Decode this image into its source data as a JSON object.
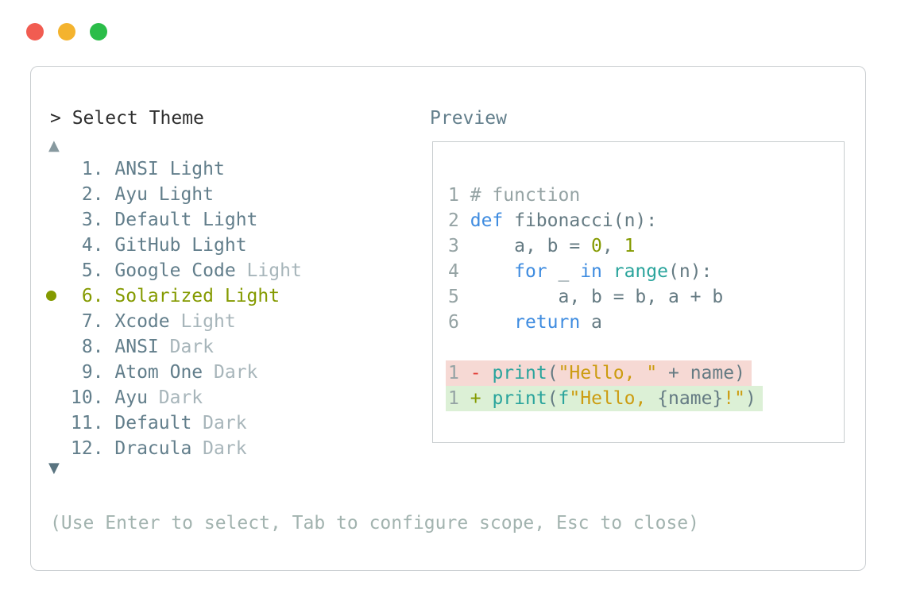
{
  "window": {
    "traffic_lights": [
      {
        "name": "close-button",
        "color": "#f15c51"
      },
      {
        "name": "minimize-button",
        "color": "#f4b32e"
      },
      {
        "name": "maximize-button",
        "color": "#2bbd49"
      }
    ]
  },
  "panel": {
    "prompt": "> Select Theme",
    "preview_label": "Preview",
    "up_arrow": "▲",
    "down_arrow": "▼",
    "hint": "(Use Enter to select, Tab to configure scope, Esc to close)"
  },
  "theme_list": {
    "selected_number": 6,
    "items": [
      {
        "num": "1.",
        "text": "ANSI Light",
        "dim": "",
        "selected": false
      },
      {
        "num": "2.",
        "text": "Ayu Light",
        "dim": "",
        "selected": false
      },
      {
        "num": "3.",
        "text": "Default Light",
        "dim": "",
        "selected": false
      },
      {
        "num": "4.",
        "text": "GitHub Light",
        "dim": "",
        "selected": false
      },
      {
        "num": "5.",
        "text": "Google Code",
        "dim": "Light",
        "selected": false
      },
      {
        "num": "6.",
        "text": "Solarized Light",
        "dim": "",
        "selected": true
      },
      {
        "num": "7.",
        "text": "Xcode",
        "dim": "Light",
        "selected": false
      },
      {
        "num": "8.",
        "text": "ANSI",
        "dim": "Dark",
        "selected": false
      },
      {
        "num": "9.",
        "text": "Atom One",
        "dim": "Dark",
        "selected": false
      },
      {
        "num": "10.",
        "text": "Ayu",
        "dim": "Dark",
        "selected": false
      },
      {
        "num": "11.",
        "text": "Default",
        "dim": "Dark",
        "selected": false
      },
      {
        "num": "12.",
        "text": "Dracula",
        "dim": "Dark",
        "selected": false
      }
    ]
  },
  "preview": {
    "code_lines": [
      {
        "ln": "1",
        "diff": null,
        "tokens": [
          [
            "com",
            "# function"
          ]
        ]
      },
      {
        "ln": "2",
        "diff": null,
        "tokens": [
          [
            "kw",
            "def"
          ],
          [
            "plain",
            " fibonacci(n):"
          ]
        ]
      },
      {
        "ln": "3",
        "diff": null,
        "tokens": [
          [
            "plain",
            "    a, b = "
          ],
          [
            "num",
            "0"
          ],
          [
            "plain",
            ", "
          ],
          [
            "num",
            "1"
          ]
        ]
      },
      {
        "ln": "4",
        "diff": null,
        "tokens": [
          [
            "plain",
            "    "
          ],
          [
            "kw",
            "for"
          ],
          [
            "plain",
            " _ "
          ],
          [
            "kw",
            "in"
          ],
          [
            "plain",
            " "
          ],
          [
            "fn",
            "range"
          ],
          [
            "plain",
            "(n):"
          ]
        ]
      },
      {
        "ln": "5",
        "diff": null,
        "tokens": [
          [
            "plain",
            "        a, b = b, a + b"
          ]
        ]
      },
      {
        "ln": "6",
        "diff": null,
        "tokens": [
          [
            "plain",
            "    "
          ],
          [
            "kw",
            "return"
          ],
          [
            "plain",
            " a"
          ]
        ]
      },
      {
        "blank": true
      },
      {
        "ln": "1",
        "diff": "removed",
        "tokens": [
          [
            "minus",
            "-"
          ],
          [
            "plain",
            " "
          ],
          [
            "fn",
            "print"
          ],
          [
            "plain",
            "("
          ],
          [
            "str",
            "\"Hello, \""
          ],
          [
            "plain",
            " + name)"
          ]
        ]
      },
      {
        "ln": "1",
        "diff": "added",
        "tokens": [
          [
            "plus",
            "+"
          ],
          [
            "plain",
            " "
          ],
          [
            "fn",
            "print"
          ],
          [
            "plain",
            "("
          ],
          [
            "fn",
            "f"
          ],
          [
            "str",
            "\"Hello, "
          ],
          [
            "plain",
            "{name}"
          ],
          [
            "str",
            "!\""
          ],
          [
            "plain",
            ")"
          ]
        ]
      }
    ]
  },
  "colors": {
    "selected_olive": "#849a00",
    "list_slate": "#627e8b",
    "list_dim": "#a7b5ba",
    "keyword_blue": "#3f8ce0",
    "function_teal": "#2aa49c",
    "string_gold": "#cc9c10",
    "comment_gray": "#95a3a4",
    "diff_removed_bg": "#f6d9d4",
    "diff_added_bg": "#dcf0d6",
    "minus_red": "#e2423c"
  }
}
